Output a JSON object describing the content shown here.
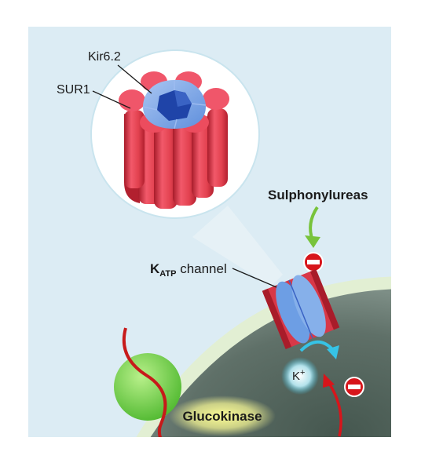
{
  "labels": {
    "kir": "Kir6.2",
    "sur": "SUR1",
    "sulph": "Sulphonylureas",
    "katp_k": "K",
    "katp_sub": "ATP",
    "katp_rest": " channel",
    "kplus": "K",
    "kplus_sup": "+",
    "glucokinase": "Glucokinase"
  },
  "colors": {
    "background": "#dcecf4",
    "cell_interior": "#5a6d66",
    "membrane": "#e2efd3",
    "sur1_red": "#e2414f",
    "kir_blue": "#6d9ee4",
    "inhibit_red": "#d7151b",
    "sulph_arrow_green": "#78c33b",
    "k_arrow_cyan": "#36c3e6",
    "glucokinase_green": "#7ed957",
    "glucokinase_glow": "#fdfd96"
  },
  "icons": {
    "inhibit": "minus-circle-icon",
    "arrow": "arrow-icon"
  }
}
